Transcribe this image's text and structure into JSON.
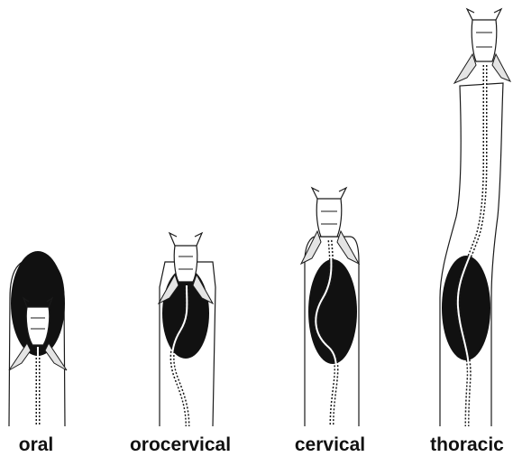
{
  "figure": {
    "labels": [
      "oral",
      "orocervical",
      "cervical",
      "thoracic"
    ],
    "colors": {
      "ink": "#1a1a1a",
      "fill": "#111111",
      "body": "#ffffff",
      "fin": "#e4e4e4"
    }
  }
}
